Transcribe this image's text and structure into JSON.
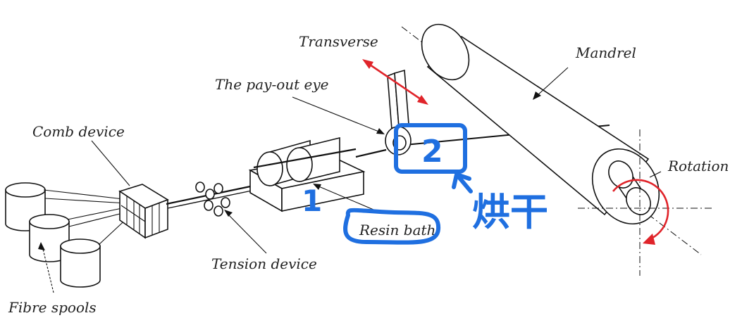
{
  "labels": {
    "transverse": "Transverse",
    "mandrel": "Mandrel",
    "payout_eye": "The pay-out eye",
    "comb_device": "Comb device",
    "rotation": "Rotation",
    "resin_bath": "Resin bath",
    "tension_device": "Tension device",
    "fibre_spools": "Fibre spools"
  },
  "annotations": {
    "mark_1": "1",
    "mark_2": "2",
    "chinese_note": "烘干"
  },
  "colors": {
    "annotation_blue": "#1f6fe0",
    "motion_red": "#e0242a",
    "line_black": "#111111"
  }
}
